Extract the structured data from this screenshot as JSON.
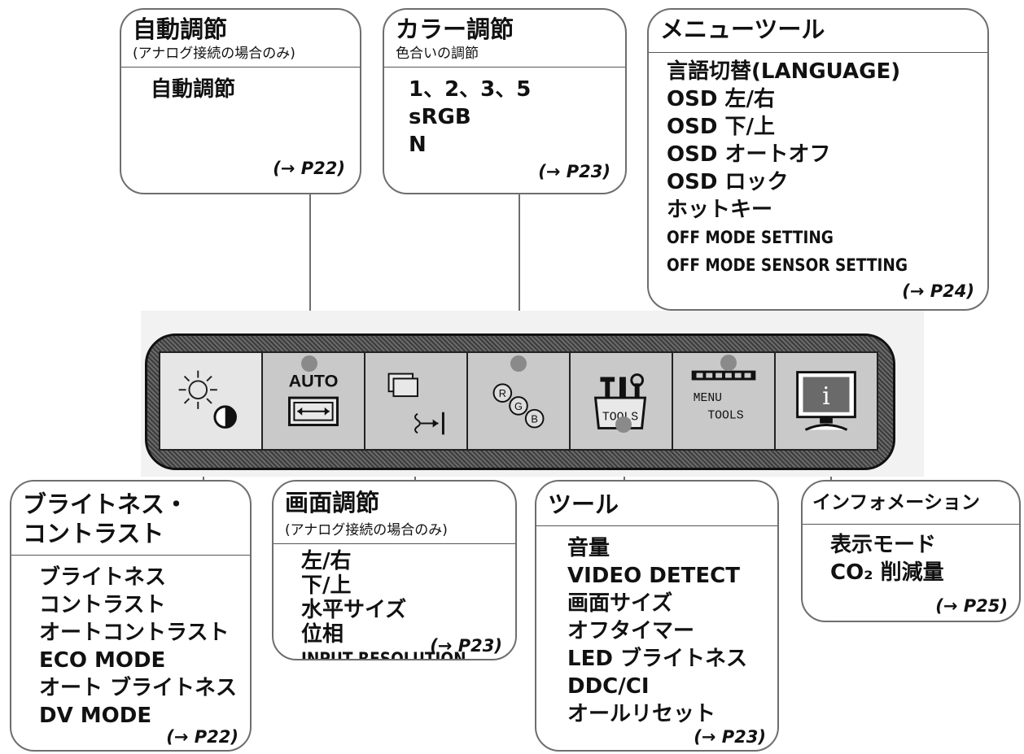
{
  "auto": {
    "title": "自動調節",
    "subtitle": "(アナログ接続の場合のみ)",
    "items": [
      "自動調節"
    ],
    "ref": "(→ P22)"
  },
  "color": {
    "title": "カラー調節",
    "subtitle": "色合いの調節",
    "items": [
      "1、2、3、5",
      "sRGB",
      "N"
    ],
    "ref": "(→ P23)"
  },
  "menutools": {
    "title": "メニューツール",
    "items": [
      "言語切替(LANGUAGE)",
      "OSD 左/右",
      "OSD 下/上",
      "OSD オートオフ",
      "OSD ロック",
      "ホットキー",
      "OFF MODE SETTING",
      "OFF MODE SENSOR SETTING"
    ],
    "ref": "(→ P24)"
  },
  "bright": {
    "title_line1": "ブライトネス・",
    "title_line2": "コントラスト",
    "items": [
      "ブライトネス",
      "コントラスト",
      "オートコントラスト",
      "ECO MODE",
      "オート ブライトネス",
      "DV MODE"
    ],
    "ref": "(→ P22)"
  },
  "screen": {
    "title": "画面調節",
    "subtitle": "(アナログ接続の場合のみ)",
    "items": [
      "左/右",
      "下/上",
      "水平サイズ",
      "位相",
      "INPUT RESOLUTION"
    ],
    "ref": "(→ P23)"
  },
  "tools": {
    "title": "ツール",
    "items": [
      "音量",
      "VIDEO DETECT",
      "画面サイズ",
      "オフタイマー",
      "LED ブライトネス",
      "DDC/CI",
      "オールリセット"
    ],
    "ref": "(→ P23)"
  },
  "info": {
    "title": "インフォメーション",
    "items": [
      "表示モード",
      "CO₂ 削減量"
    ],
    "ref": "(→ P25)"
  },
  "icons": {
    "auto_text": "AUTO",
    "rgb_r": "R",
    "rgb_g": "G",
    "rgb_b": "B",
    "tools_text": "TOOLS",
    "menu_text": "MENU",
    "menu_tools_text": "TOOLS",
    "info_text": "i"
  },
  "colors": {
    "border": "#6e6e6e",
    "icon_cell": "#c9c9c9",
    "active_cell": "#e6e6e6"
  }
}
